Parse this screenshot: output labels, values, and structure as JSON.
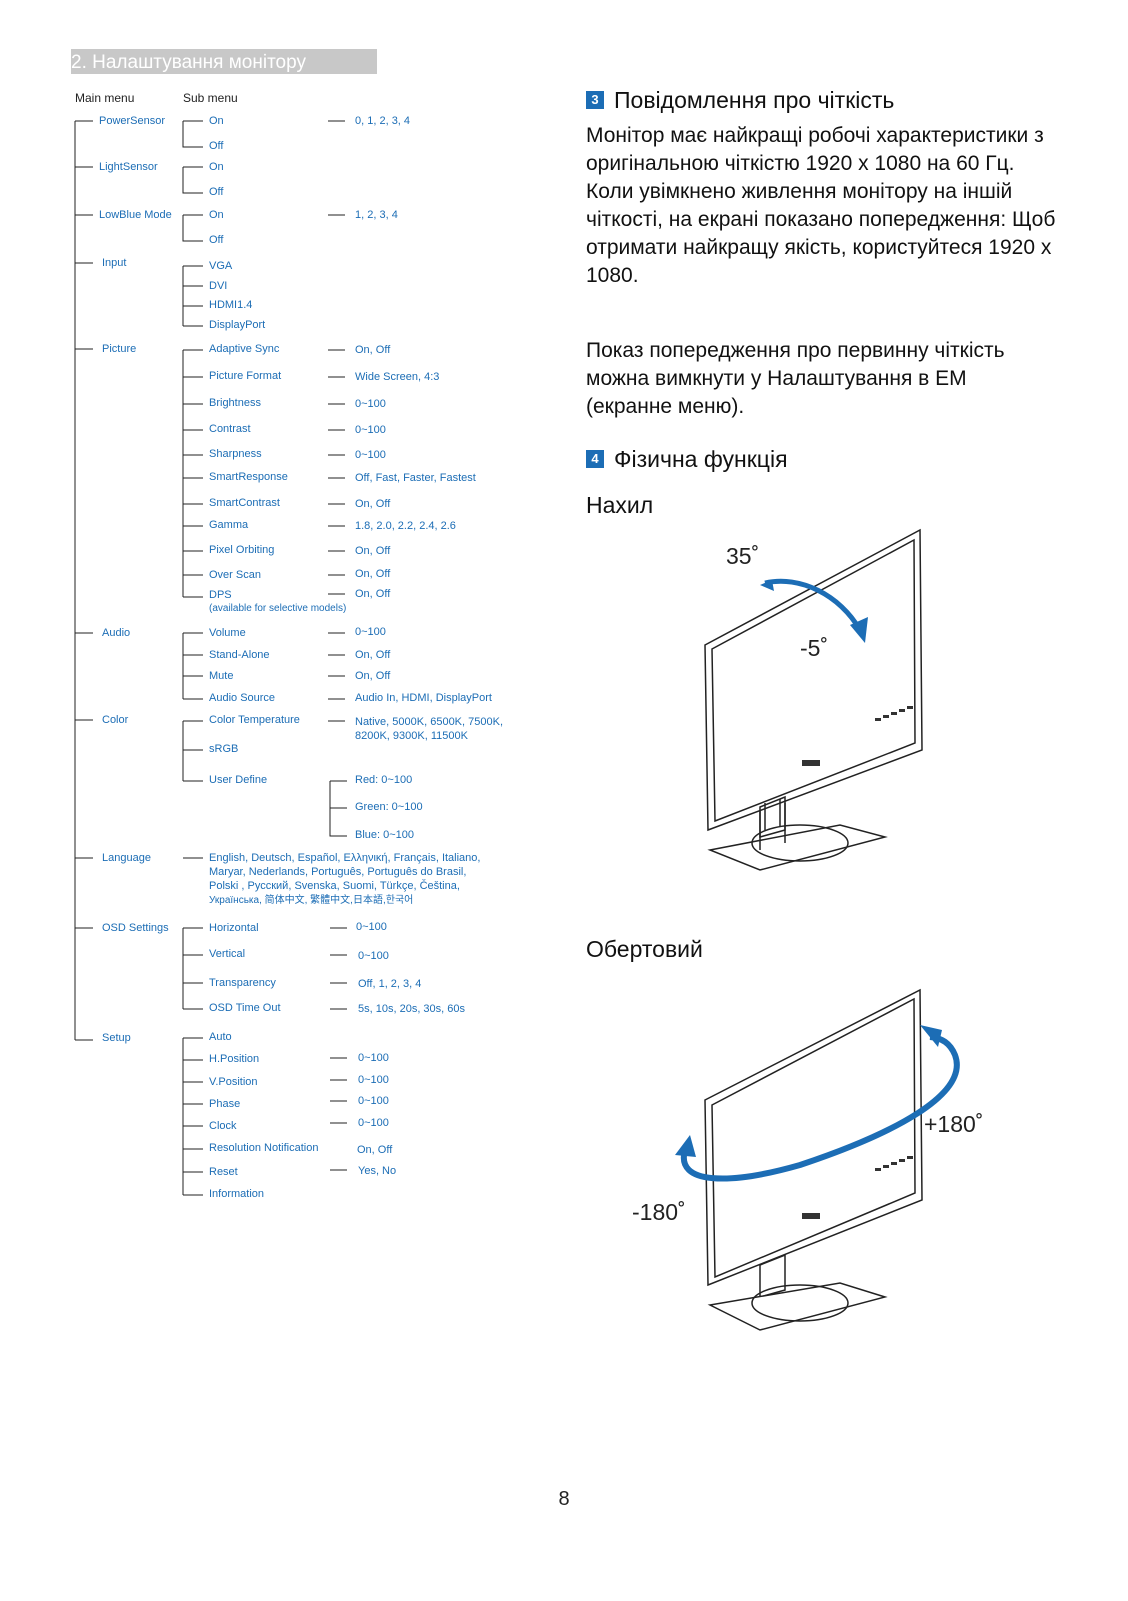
{
  "section_title": "2. Налаштування монітору",
  "col_main": "Main menu",
  "col_sub": "Sub menu",
  "menu": {
    "m_powersensor": "PowerSensor",
    "m_lightsensor": "LightSensor",
    "m_lowblue": "LowBlue Mode",
    "m_input": "Input",
    "m_picture": "Picture",
    "m_audio": "Audio",
    "m_color": "Color",
    "m_language": "Language",
    "m_osd": "OSD Settings",
    "m_setup": "Setup",
    "on": "On",
    "off": "Off",
    "ps_vals": "0, 1, 2, 3, 4",
    "lb_vals": "1, 2, 3, 4",
    "vga": "VGA",
    "dvi": "DVI",
    "hdmi": "HDMI1.4",
    "dp": "DisplayPort",
    "adaptive": "Adaptive Sync",
    "picformat": "Picture Format",
    "brightness": "Brightness",
    "contrast": "Contrast",
    "sharpness": "Sharpness",
    "smartresponse": "SmartResponse",
    "smartcontrast": "SmartContrast",
    "gamma": "Gamma",
    "pixelorbit": "Pixel Orbiting",
    "overscan": "Over Scan",
    "dps": "DPS",
    "dps_note": "(available for selective models)",
    "onoff": "On, Off",
    "widescreen": "Wide Screen, 4:3",
    "r0100": "0~100",
    "sr_vals": "Off, Fast, Faster, Fastest",
    "gamma_vals": "1.8, 2.0, 2.2, 2.4, 2.6",
    "volume": "Volume",
    "standalone": "Stand-Alone",
    "mute": "Mute",
    "audiosource": "Audio Source",
    "audio_vals": "Audio In, HDMI, DisplayPort",
    "colortemp": "Color Temperature",
    "ct_vals1": "Native, 5000K, 6500K, 7500K,",
    "ct_vals2": "8200K, 9300K, 11500K",
    "srgb": "sRGB",
    "userdefine": "User Define",
    "red": "Red: 0~100",
    "green": "Green: 0~100",
    "blue": "Blue: 0~100",
    "lang1": "English, Deutsch, Español, Ελληνική, Français, Italiano,",
    "lang2": "Maryar, Nederlands, Português, Português do Brasil,",
    "lang3": "Polski , Русский, Svenska, Suomi, Türkçe, Čeština,",
    "lang4": "Українська, 简体中文, 繁體中文,日本語,한국어",
    "horizontal": "Horizontal",
    "vertical": "Vertical",
    "transparency": "Transparency",
    "osdtimeout": "OSD Time Out",
    "trans_vals": "Off, 1, 2, 3, 4",
    "timeout_vals": "5s, 10s, 20s, 30s, 60s",
    "auto": "Auto",
    "hpos": "H.Position",
    "vpos": "V.Position",
    "phase": "Phase",
    "clock": "Clock",
    "resnotif": "Resolution Notification",
    "reset": "Reset",
    "information": "Information",
    "yesno": "Yes, No"
  },
  "sec3": {
    "num": "3",
    "title": "Повідомлення про чіткість",
    "p1": "Монітор має найкращі робочі характеристики з оригінальною чіткістю 1920 x 1080 на 60 Гц. Коли увімкнено живлення монітору на іншій чіткості, на екрані показано попередження: Щоб отримати найкращу якість, користуйтеся 1920 x 1080.",
    "p2": "Показ попередження про первинну чіткість можна вимкнути у Налаштування в ЕМ (екранне меню)."
  },
  "sec4": {
    "num": "4",
    "title": "Фізична функція",
    "tilt": "Нахил",
    "tilt_up": "35˚",
    "tilt_down": "-5˚",
    "swivel": "Обертовий",
    "swivel_pos": "+180˚",
    "swivel_neg": "-180˚"
  },
  "colors": {
    "accent": "#1c6db5",
    "bar": "#c8c8c8"
  },
  "page_number": "8"
}
